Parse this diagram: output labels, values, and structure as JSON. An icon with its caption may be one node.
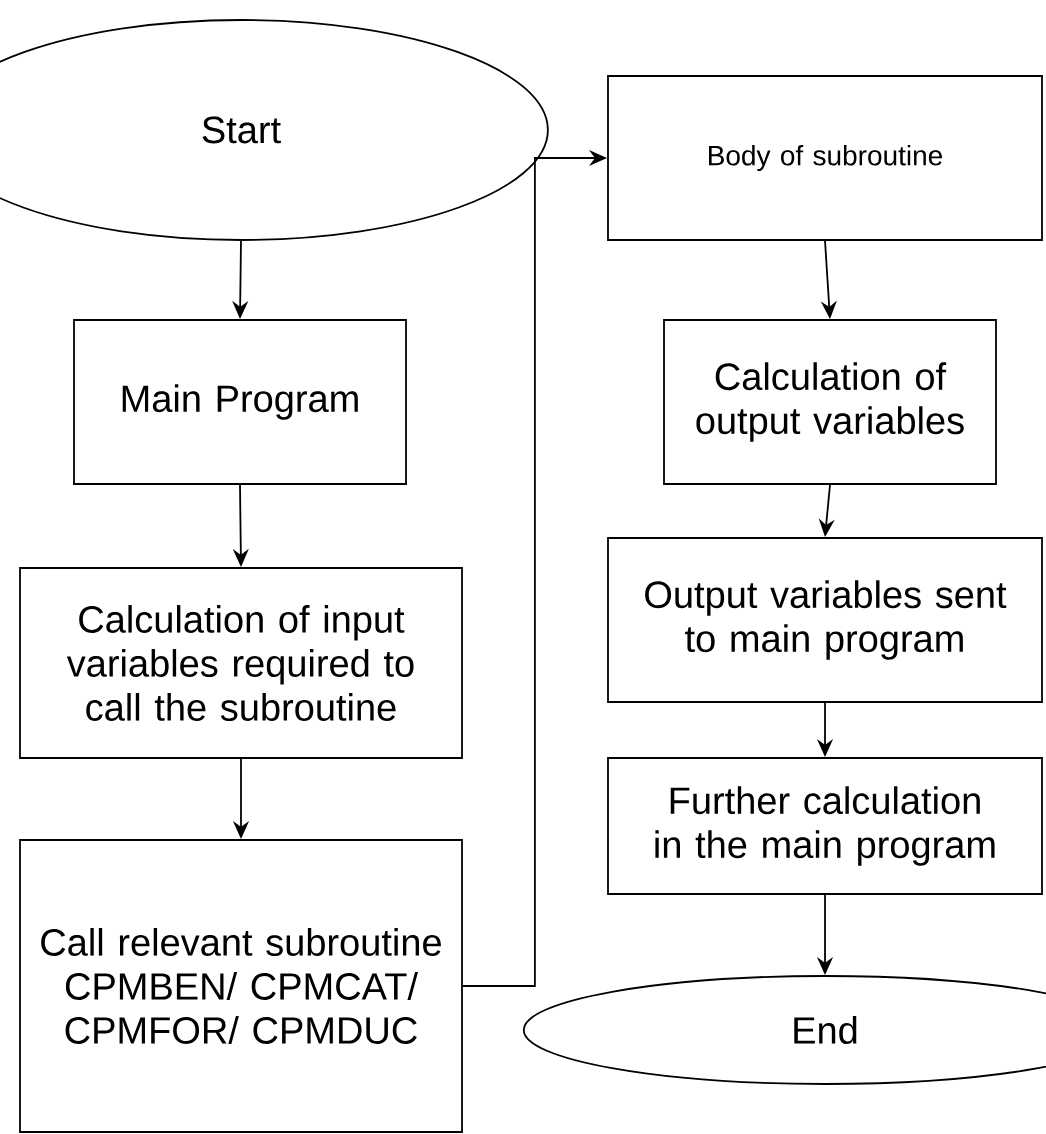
{
  "diagram": {
    "nodes": [
      {
        "text": [
          "Start"
        ]
      },
      {
        "text": [
          "Main Program"
        ]
      },
      {
        "text": [
          "Calculation of input variables required to call the subroutine"
        ]
      },
      {
        "text": [
          "Call relevant subroutine CPMBEN/ CPMCAT/ CPMFOR/ CPMDUC"
        ]
      },
      {
        "text": [
          "Body of subroutine"
        ]
      },
      {
        "text": [
          "Calculation of output variables"
        ]
      },
      {
        "text": [
          "Output variables sent to main program"
        ]
      },
      {
        "text": [
          "Further calculation in the main program"
        ]
      },
      {
        "text": [
          "End"
        ]
      }
    ],
    "edges": [
      {
        "from": 0,
        "to": 1,
        "arrow": "to"
      },
      {
        "from": 1,
        "to": 2,
        "arrow": "to"
      },
      {
        "from": 2,
        "to": 3,
        "arrow": "to"
      },
      {
        "from": 3,
        "to": 4,
        "arrow": "to"
      },
      {
        "from": 4,
        "to": 5,
        "arrow": "to"
      },
      {
        "from": 5,
        "to": 6,
        "arrow": "to"
      },
      {
        "from": 6,
        "to": 7,
        "arrow": "to"
      },
      {
        "from": 7,
        "to": 8,
        "arrow": "to"
      }
    ]
  }
}
